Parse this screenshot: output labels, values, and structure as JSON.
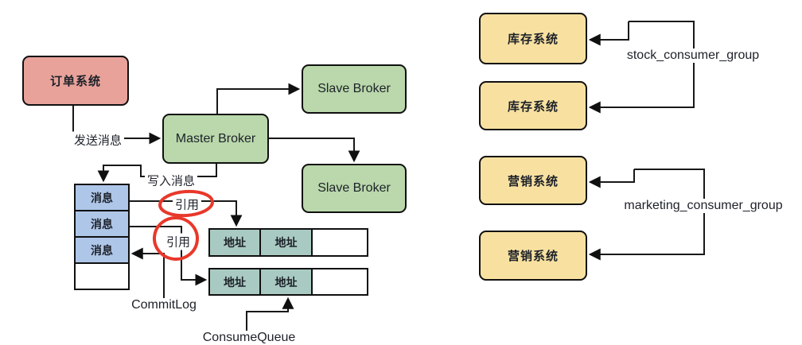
{
  "left": {
    "order_system": "订单系统",
    "send_message_label": "发送消息",
    "master_broker": "Master Broker",
    "slave_broker_top": "Slave Broker",
    "slave_broker_bottom": "Slave Broker",
    "write_message_label": "写入消息",
    "message_rows": [
      "消息",
      "消息",
      "消息",
      ""
    ],
    "ref_label_top": "引用",
    "ref_label_bottom": "引用",
    "queue_rows": [
      [
        "地址",
        "地址",
        ""
      ],
      [
        "地址",
        "地址",
        ""
      ]
    ],
    "commitlog_label": "CommitLog",
    "consumequeue_label": "ConsumeQueue"
  },
  "right": {
    "stock_system_top": "库存系统",
    "stock_system_bottom": "库存系统",
    "stock_group_label": "stock_consumer_group",
    "marketing_system_top": "营销系统",
    "marketing_system_bottom": "营销系统",
    "marketing_group_label": "marketing_consumer_group"
  },
  "colors": {
    "producer_pink": "#e8a29a",
    "broker_green": "#bad8ab",
    "consumer_yellow": "#f8e1a0",
    "message_blue": "#aec6e8",
    "address_teal": "#a9cac2",
    "annotation_red": "#e8382a",
    "line_black": "#111111"
  }
}
